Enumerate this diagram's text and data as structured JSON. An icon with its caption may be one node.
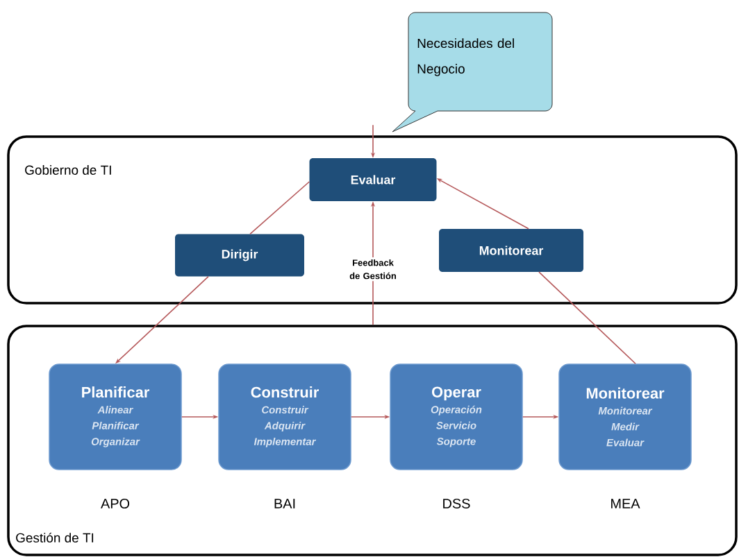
{
  "diagram": {
    "nodes": [
      {
        "text": [
          "Necesidades del Negocio"
        ]
      },
      {
        "text": [
          "Gobierno de TI"
        ]
      },
      {
        "text": [
          "Evaluar"
        ],
        "in": 1
      },
      {
        "text": [
          "Dirigir"
        ],
        "in": 1
      },
      {
        "text": [
          "Monitorear"
        ],
        "in": 1
      },
      {
        "text": [
          "Gestión de TI"
        ]
      },
      {
        "text": [
          "Planificar",
          "Alinear Planificar Organizar"
        ],
        "beside": [
          "APO"
        ],
        "in": 5
      },
      {
        "text": [
          "Construir",
          "Construir Adquirir Implementar"
        ],
        "beside": [
          "BAI"
        ],
        "in": 5
      },
      {
        "text": [
          "Operar",
          "Operación Servicio Soporte"
        ],
        "beside": [
          "DSS"
        ],
        "in": 5
      },
      {
        "text": [
          "Monitorear",
          "Monitorear Medir Evaluar"
        ],
        "beside": [
          "MEA"
        ],
        "in": 5
      }
    ],
    "edges": [
      {
        "from": 0,
        "to": 2,
        "arrow": "to"
      },
      {
        "from": 2,
        "to": 3,
        "arrow": "none"
      },
      {
        "from": 3,
        "to": 6,
        "arrow": "to"
      },
      {
        "from": 4,
        "to": 2,
        "arrow": "to"
      },
      {
        "from": 9,
        "to": 4,
        "arrow": "none"
      },
      {
        "from": 5,
        "to": 2,
        "arrow": "to",
        "label": "Feedback de Gestión"
      },
      {
        "from": 6,
        "to": 7,
        "arrow": "to"
      },
      {
        "from": 7,
        "to": 8,
        "arrow": "to"
      },
      {
        "from": 8,
        "to": 9,
        "arrow": "to"
      }
    ]
  }
}
